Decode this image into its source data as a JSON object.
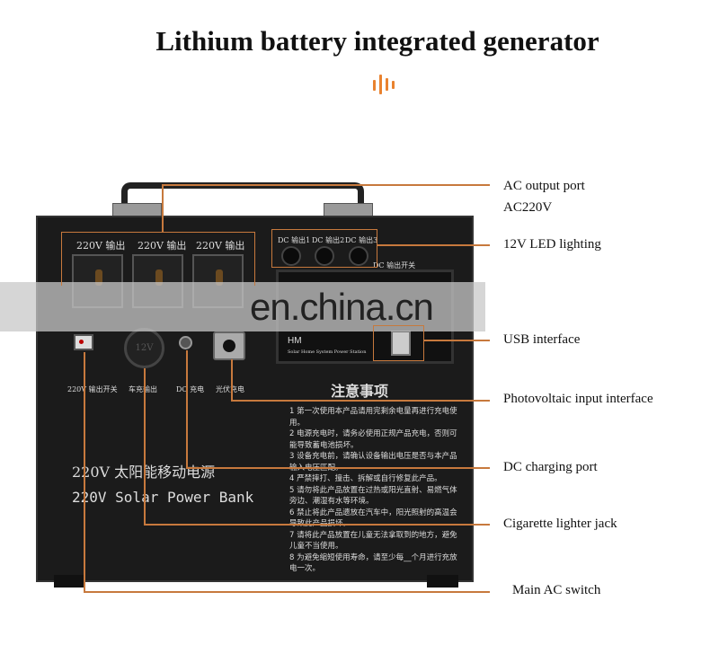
{
  "title": "Lithium battery integrated generator",
  "colors": {
    "accent": "#e9822f",
    "line": "#c7793d",
    "device": "#1b1b1b"
  },
  "device": {
    "ac_outputs": [
      "220V 输出",
      "220V 输出",
      "220V 输出"
    ],
    "dc_outputs": [
      "DC 输出1",
      "DC 输出2",
      "DC 输出3"
    ],
    "dc_switch": "DC 输出开关",
    "panel_brand": "HM",
    "panel_sub": "Solar Home System Power Station",
    "ports": [
      "220V 输出开关",
      "车充输出",
      "DC 充电",
      "光伏充电"
    ],
    "cig_label": "12V",
    "name_cn": "220V  太阳能移动电源",
    "name_en": "220V Solar Power Bank",
    "notes_title": "注意事项",
    "notes": [
      "1 第一次使用本产品请用完剩余电量再进行充电使用。",
      "2 电源充电时，请务必使用正规产品充电，否则可能导致蓄电池损坏。",
      "3 设备充电前，请确认设备输出电压是否与本产品输入电压匹配。",
      "4 严禁摔打、撞击、拆解或自行修复此产品。",
      "5 请勿将此产品放置在过热或阳光直射、易燃气体旁边、潮湿有水等环境。",
      "6 禁止将此产品遗放在汽车中，阳光照射的高温会导致此产品损坏。",
      "7 请将此产品放置在儿童无法拿取到的地方，避免儿童不当使用。",
      "8 为避免缩短使用寿命，请至少每__个月进行充放电一次。"
    ]
  },
  "watermark": "en.china.cn",
  "callouts": {
    "ac_output": "AC output port",
    "ac_voltage": "AC220V",
    "led": "12V LED lighting",
    "usb": "USB interface",
    "pv": "Photovoltaic input interface",
    "dc_charge": "DC charging port",
    "cigarette": "Cigarette lighter jack",
    "main_switch": "Main AC switch"
  }
}
